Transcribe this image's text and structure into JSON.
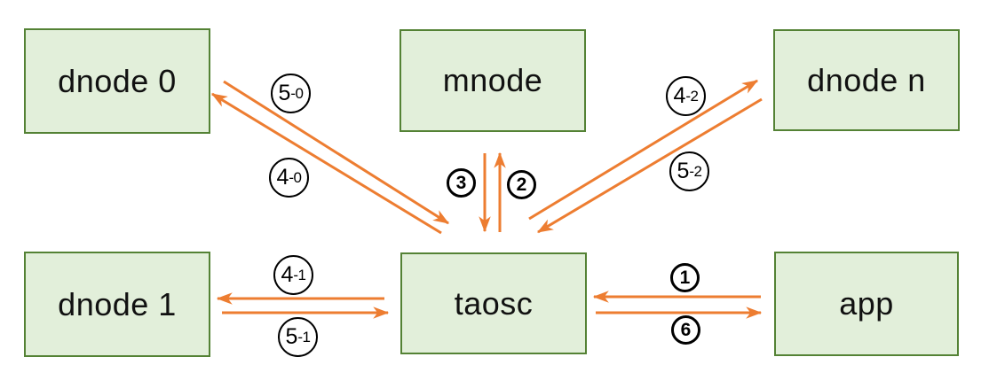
{
  "nodes": [
    {
      "id": "dnode0",
      "label": "dnode 0"
    },
    {
      "id": "mnode",
      "label": "mnode"
    },
    {
      "id": "dnoden",
      "label": "dnode n"
    },
    {
      "id": "dnode1",
      "label": "dnode 1"
    },
    {
      "id": "taosc",
      "label": "taosc"
    },
    {
      "id": "app",
      "label": "app"
    }
  ],
  "edges": [
    {
      "label": "1",
      "label_main": "1",
      "label_suffix": "",
      "from": "app",
      "to": "taosc"
    },
    {
      "label": "2",
      "label_main": "2",
      "label_suffix": "",
      "from": "taosc",
      "to": "mnode"
    },
    {
      "label": "3",
      "label_main": "3",
      "label_suffix": "",
      "from": "mnode",
      "to": "taosc"
    },
    {
      "label": "4-0",
      "label_main": "4",
      "label_suffix": "-0",
      "from": "taosc",
      "to": "dnode 0"
    },
    {
      "label": "4-1",
      "label_main": "4",
      "label_suffix": "-1",
      "from": "taosc",
      "to": "dnode 1"
    },
    {
      "label": "4-2",
      "label_main": "4",
      "label_suffix": "-2",
      "from": "taosc",
      "to": "dnode n"
    },
    {
      "label": "5-0",
      "label_main": "5",
      "label_suffix": "-0",
      "from": "dnode 0",
      "to": "taosc"
    },
    {
      "label": "5-1",
      "label_main": "5",
      "label_suffix": "-1",
      "from": "dnode 1",
      "to": "taosc"
    },
    {
      "label": "5-2",
      "label_main": "5",
      "label_suffix": "-2",
      "from": "dnode n",
      "to": "taosc"
    },
    {
      "label": "6",
      "label_main": "6",
      "label_suffix": "",
      "from": "taosc",
      "to": "app"
    }
  ],
  "colors": {
    "node_fill": "#E2EFDA",
    "node_border": "#548235",
    "arrow": "#ED7D31",
    "label_ring": "#000000",
    "node_text": "#111111"
  }
}
